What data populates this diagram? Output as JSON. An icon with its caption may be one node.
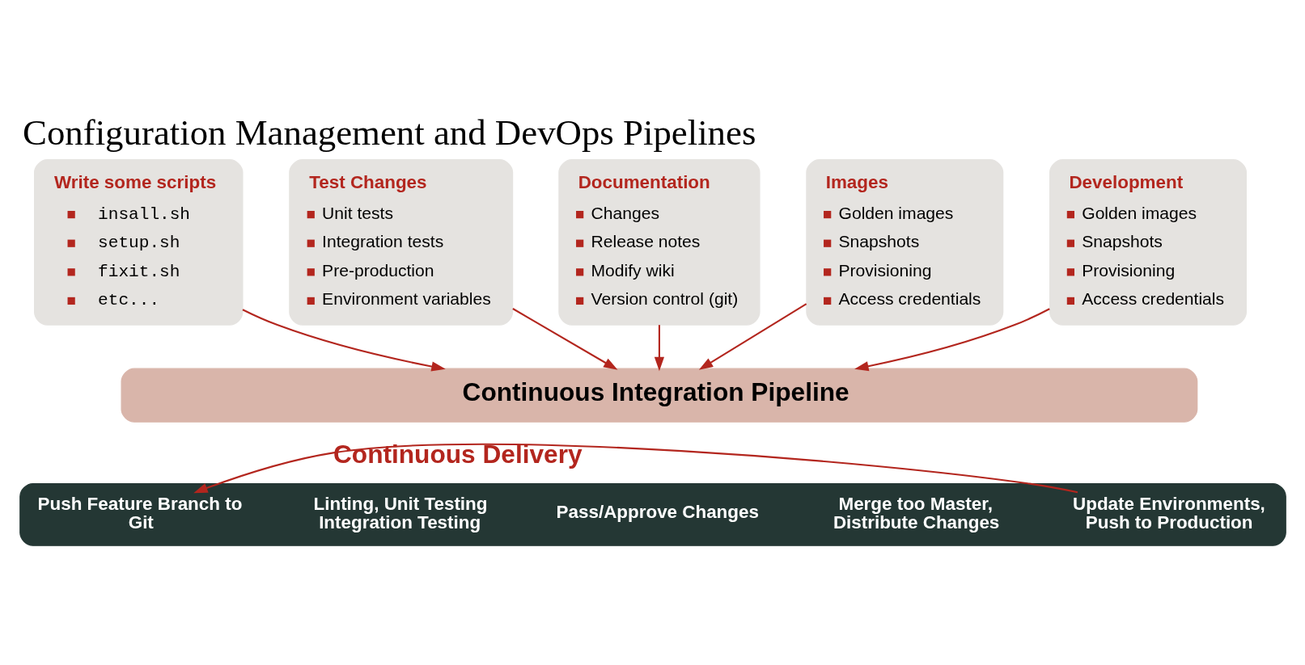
{
  "diagram": {
    "title": "Configuration Management and DevOps Pipelines",
    "nodes": [
      {
        "text": [
          "Write some scripts",
          "insall.sh",
          "setup.sh",
          "fixit.sh",
          "etc..."
        ]
      },
      {
        "text": [
          "Test Changes",
          "Unit tests",
          "Integration tests",
          "Pre-production",
          "Environment variables"
        ]
      },
      {
        "text": [
          "Documentation",
          "Changes",
          "Release notes",
          "Modify wiki",
          "Version control (git)"
        ]
      },
      {
        "text": [
          "Images",
          "Golden images",
          "Snapshots",
          "Provisioning",
          "Access credentials"
        ]
      },
      {
        "text": [
          "Development",
          "Golden images",
          "Snapshots",
          "Provisioning",
          "Access credentials"
        ]
      },
      {
        "text": [
          "Continuous Integration Pipeline"
        ]
      },
      {
        "text": [],
        "shape": "box"
      },
      {
        "text": [
          "Push Feature Branch to Git"
        ],
        "in": 6
      },
      {
        "text": [
          "Linting, Unit Testing Integration Testing"
        ],
        "in": 6
      },
      {
        "text": [
          "Pass/Approve Changes"
        ],
        "in": 6
      },
      {
        "text": [
          "Merge too Master, Distribute Changes"
        ],
        "in": 6
      },
      {
        "text": [
          "Update Environments, Push to Production"
        ],
        "in": 6
      }
    ],
    "edges": [
      {
        "from": 0,
        "to": 5,
        "arrow": "to"
      },
      {
        "from": 1,
        "to": 5,
        "arrow": "to"
      },
      {
        "from": 2,
        "to": 5,
        "arrow": "to"
      },
      {
        "from": 3,
        "to": 5,
        "arrow": "to"
      },
      {
        "from": 4,
        "to": 5,
        "arrow": "to"
      },
      {
        "from": 11,
        "to": 7,
        "label": "Continuous Delivery",
        "arrow": "to"
      }
    ]
  }
}
